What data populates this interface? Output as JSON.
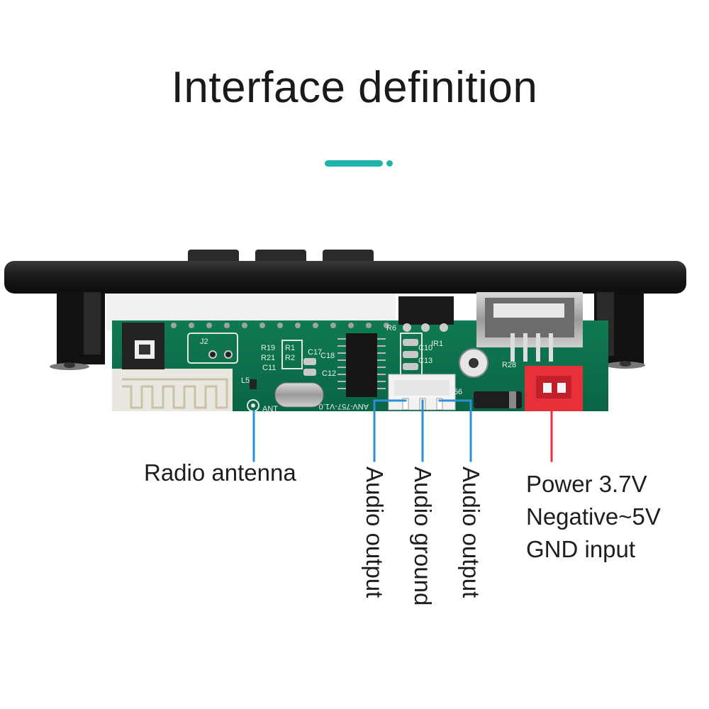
{
  "title": "Interface definition",
  "accent_color": "#1fb5ad",
  "pointer_color": "#2f8fd6",
  "board_markings": {
    "model": "ANV-757-V1.0",
    "ref_j2": "J2",
    "ref_r1": "R1",
    "ref_r2": "R2",
    "ref_r19": "R19",
    "ref_r21": "R21",
    "ref_c11": "C11",
    "ref_c12": "C12",
    "ref_c17": "C17",
    "ref_c18": "C18",
    "ref_c10": "C10",
    "ref_c13": "C13",
    "ref_c56": "C56",
    "ref_r6": "R6",
    "ref_r28": "R28",
    "ref_ir1": "IR1",
    "ref_ant": "ANT",
    "ref_l5": "L5"
  },
  "labels": {
    "radio_antenna": "Radio antenna",
    "audio_output_left": "Audio output",
    "audio_ground": "Audio ground",
    "audio_output_right": "Audio output",
    "power_lines": [
      "Power 3.7V",
      "Negative~5V",
      "GND input"
    ]
  }
}
